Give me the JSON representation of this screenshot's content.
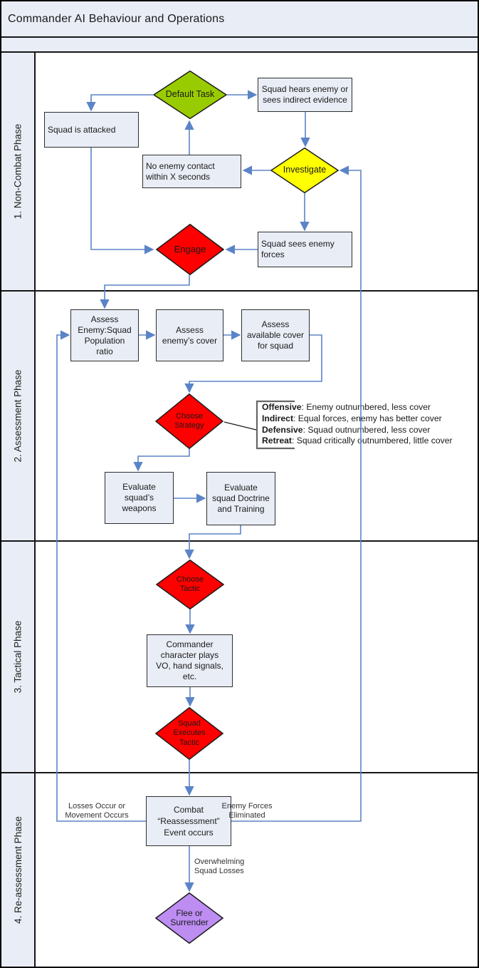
{
  "title": "Commander AI Behaviour and Operations",
  "phases": [
    {
      "label": "1. Non-Combat Phase"
    },
    {
      "label": "2. Assessment Phase"
    },
    {
      "label": "3. Tactical Phase"
    },
    {
      "label": "4. Re-assessment Phase"
    }
  ],
  "nodes": {
    "default_task": "Default Task",
    "squad_attacked": "Squad is attacked",
    "hears_enemy": "Squad hears enemy or\nsees indirect evidence",
    "no_contact": "No enemy contact\nwithin X seconds",
    "investigate": "Investigate",
    "sees_enemy": "Squad sees enemy\nforces",
    "engage": "Engage",
    "assess_ratio": "Assess\nEnemy:Squad\nPopulation\nratio",
    "assess_enemy_cover": "Assess\nenemy’s cover",
    "assess_squad_cover": "Assess\navailable cover\nfor squad",
    "choose_strategy": "Choose\nStrategy",
    "eval_weapons": "Evaluate\nsquad’s\nweapons",
    "eval_doctrine": "Evaluate\nsquad Doctrine\nand Training",
    "choose_tactic": "Choose\nTactic",
    "commander_plays": "Commander\ncharacter plays\nVO, hand signals,\netc.",
    "squad_executes": "Squad\nExecutes\nTactic",
    "combat_event": "Combat\n“Reassessment”\nEvent occurs",
    "flee": "Flee or\nSurrender"
  },
  "strategy_legend": [
    {
      "term": "Offensive",
      "desc": ": Enemy outnumbered, less cover"
    },
    {
      "term": "Indirect",
      "desc": ": Equal forces, enemy has better cover"
    },
    {
      "term": "Defensive",
      "desc": ": Squad outnumbered, less cover"
    },
    {
      "term": "Retreat",
      "desc": ": Squad critically outnumbered, little cover"
    }
  ],
  "edge_labels": {
    "losses": "Losses Occur or\nMovement Occurs",
    "enemy_eliminated": "Enemy Forces\nEliminated",
    "overwhelming": "Overwhelming\nSquad Losses"
  },
  "colors": {
    "header_fill": "#e9edf6",
    "box_fill": "#e9edf6",
    "box_border": "#2e2e2e",
    "arrow": "#5b84c8",
    "green": "#99cc00",
    "yellow": "#ffff00",
    "red": "#ff0000",
    "purple": "#bd8df2",
    "bracket": "#666666",
    "text": "#1a1a1a"
  }
}
